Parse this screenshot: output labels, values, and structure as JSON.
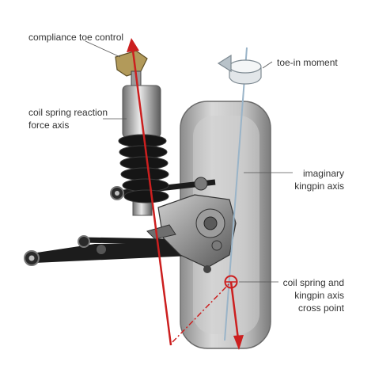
{
  "labels": {
    "compliance_toe": "compliance toe control",
    "toe_in_moment": "toe-in moment",
    "coil_axis_line1": "coil spring reaction",
    "coil_axis_line2": "force axis",
    "kingpin_line1": "imaginary",
    "kingpin_line2": "kingpin axis",
    "cross_line1": "coil spring and",
    "cross_line2": "kingpin axis",
    "cross_line3": "cross point"
  },
  "colors": {
    "coil_axis": "#cc1f1f",
    "kingpin_axis": "#9ab4c8",
    "leader": "#555555",
    "arrow_icon": "#9aa6ae"
  },
  "icons": [
    "rotation-arrow-icon",
    "cross-point-marker-icon"
  ]
}
